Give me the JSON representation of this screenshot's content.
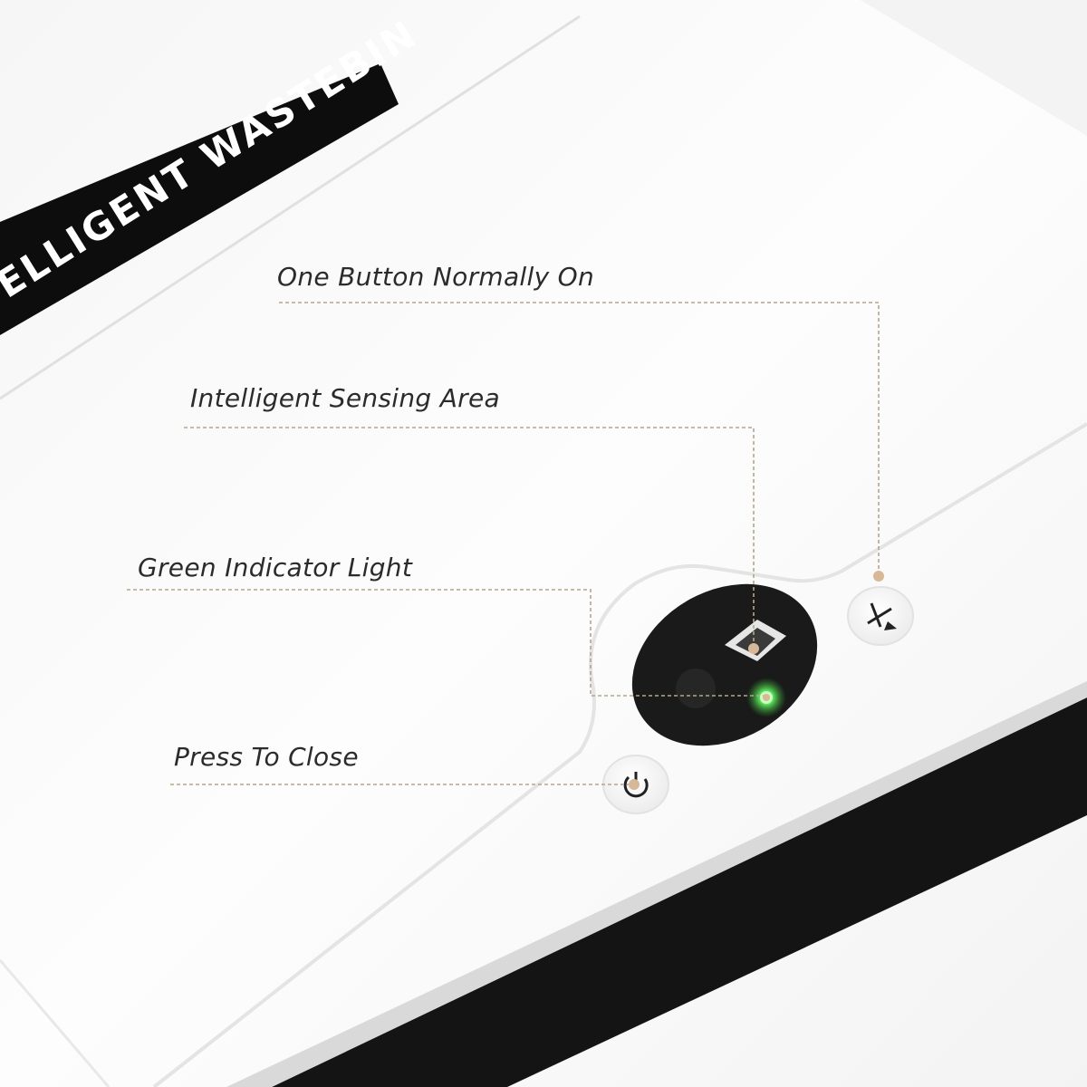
{
  "product": {
    "label_text": "ELLIGENT WASTEBIN"
  },
  "callouts": {
    "one_button": "One Button Normally On",
    "sensing_area": "Intelligent Sensing Area",
    "indicator": "Green Indicator Light",
    "press_close": "Press To Close"
  },
  "colors": {
    "leader_line": "#b7a48a",
    "indicator_led": "#4ad84a",
    "lid_white": "#fbfbfb",
    "base_black": "#141414"
  },
  "icons": {
    "lid_button": "lid-open-icon",
    "power_button": "power-icon",
    "sensor_window": "sensor-icon"
  }
}
